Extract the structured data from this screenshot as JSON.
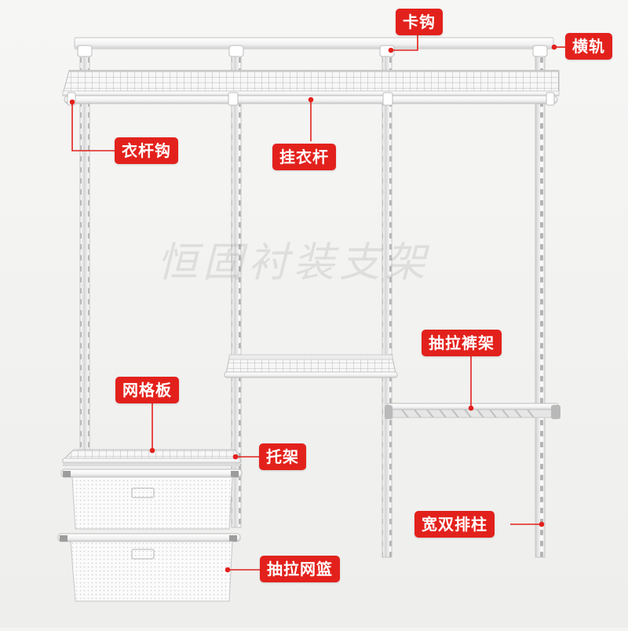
{
  "title": "",
  "watermark": "恒固衬装支架",
  "colors": {
    "background": "#f4f4f3",
    "label_bg": "#e3211c",
    "leader_line": "#e3211c",
    "metal": "#ffffff",
    "metal_edge": "#c9c9c9"
  },
  "labels": {
    "clip_hook": "卡钩",
    "top_rail": "横轨",
    "rod_hook": "衣杆钩",
    "hanging_rod": "挂衣杆",
    "pull_out_trouser_rack": "抽拉裤架",
    "wire_shelf": "网格板",
    "bracket": "托架",
    "wide_double_upright": "宽双排柱",
    "pull_out_basket": "抽拉网篮"
  }
}
